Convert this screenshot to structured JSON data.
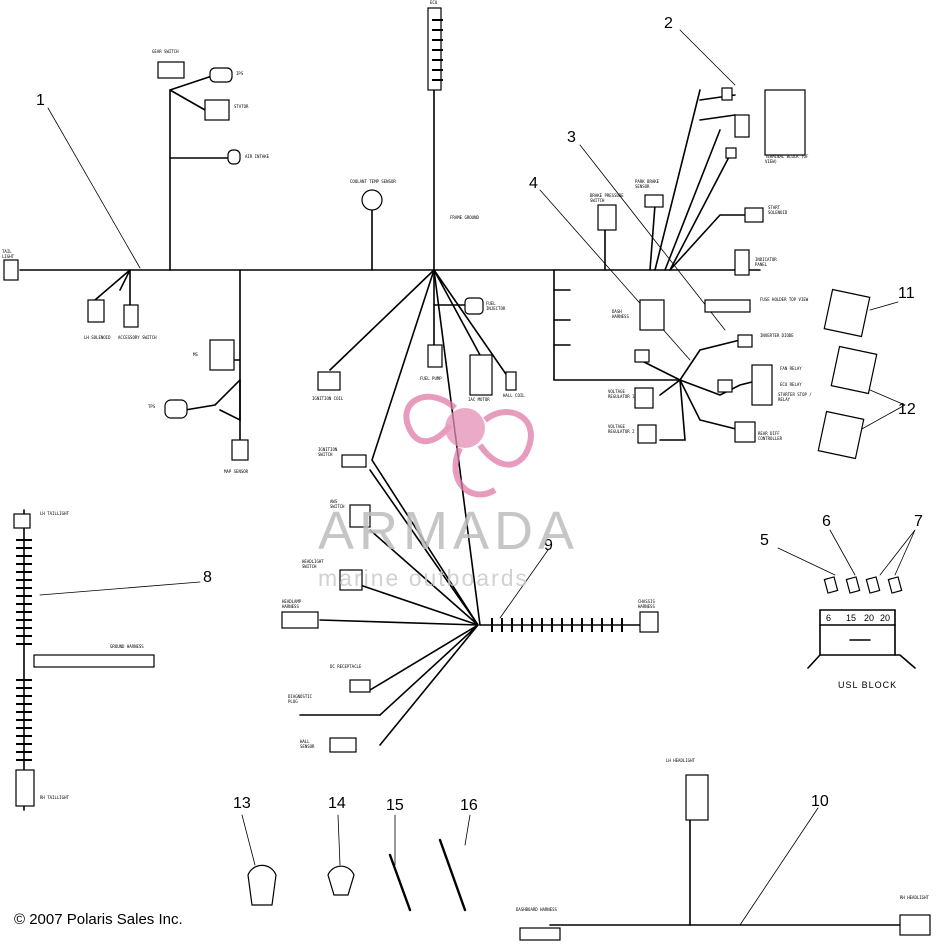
{
  "callouts": {
    "c1": "1",
    "c2": "2",
    "c3": "3",
    "c4": "4",
    "c5": "5",
    "c6": "6",
    "c7": "7",
    "c8": "8",
    "c9": "9",
    "c10": "10",
    "c11": "11",
    "c12": "12",
    "c13": "13",
    "c14": "14",
    "c15": "15",
    "c16": "16"
  },
  "labels": {
    "ecu": "ECU",
    "gear_switch": "GEAR SWITCH",
    "ips": "IPS",
    "stator": "STATOR",
    "air_intake": "AIR INTAKE",
    "coolant_temp": "COOLANT TEMP SENSOR",
    "frame_ground": "FRAME GROUND",
    "tail_light": "TAIL LIGHT",
    "lh_solenoid": "LH SOLENOID",
    "accessory_switch": "ACCESSORY SWITCH",
    "ms": "MS",
    "tps": "TPS",
    "map_sensor": "MAP SENSOR",
    "ignition_coil": "IGNITION COIL",
    "fuel_pump": "FUEL PUMP",
    "fuel_injector": "FUEL INJECTOR",
    "iac_motor": "IAC MOTOR",
    "hall_coil": "HALL COIL",
    "brake_pressure_switch": "BRAKE PRESSURE SWITCH",
    "park_brake_sensor": "PARK BRAKE SENSOR",
    "dash_harness": "DASH HARNESS",
    "fuse_holder": "FUSE HOLDER TOP VIEW",
    "inverter_diode": "INVERTER DIODE",
    "fan_relay": "FAN RELAY",
    "ecu_relay": "ECU RELAY",
    "start_relay": "STARTER STOP / RELAY",
    "voltage_reg_1": "VOLTAGE REGULATOR 1",
    "voltage_reg_2": "VOLTAGE REGULATOR 2",
    "rear_diff": "REAR DIFF CONTROLLER",
    "terminal_block": "TERMINAL BLOCK (OF VIEW)",
    "start_solenoid": "START SOLENOID",
    "indicator_panel": "INDICATOR PANEL",
    "ignition_switch": "IGNITION SWITCH",
    "aws_switch": "AWS SWITCH",
    "headlight_switch": "HEADLIGHT SWITCH",
    "headlamp_harness": "HEADLAMP HARNESS",
    "dc_receptacle": "DC RECEPTACLE",
    "diagnostic_plug": "DIAGNOSTIC PLUG",
    "hall_sensor": "HALL SENSOR",
    "chassis_harness": "CHASSIS HARNESS",
    "lh_taillight": "LH TAILLIGHT",
    "rh_taillight": "RH TAILLIGHT",
    "ground_harness": "GROUND HARNESS",
    "lh_headlight": "LH HEADLIGHT",
    "rh_headlight": "RH HEADLIGHT",
    "dashboard_harness": "DASHBOARD HARNESS",
    "usl_block": "USL BLOCK"
  },
  "fuse_values": [
    "6",
    "15",
    "20",
    "20"
  ],
  "watermark": {
    "brand": "ARMADA",
    "tagline": "marine outboards"
  },
  "copyright": "© 2007 Polaris Sales Inc."
}
